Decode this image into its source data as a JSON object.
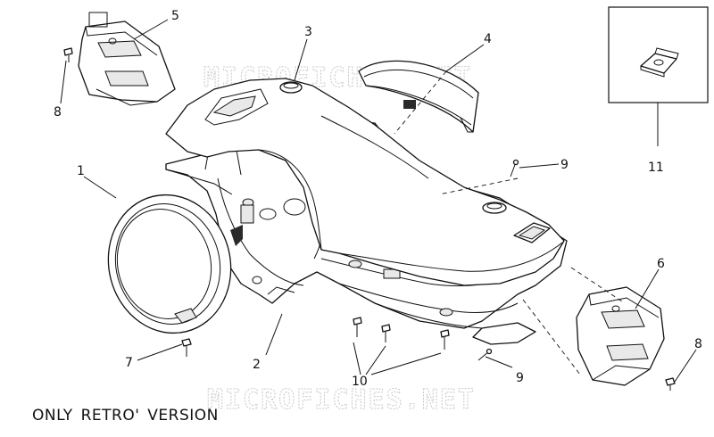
{
  "watermark": {
    "text": "MICROFICHES.NET"
  },
  "note": {
    "text": "ONLY RETRO' VERSION"
  },
  "callouts": {
    "c1": "1",
    "c2": "2",
    "c3": "3",
    "c4": "4",
    "c5": "5",
    "c6": "6",
    "c7": "7",
    "c8a": "8",
    "c8b": "8",
    "c9a": "9",
    "c9b": "9",
    "c10": "10",
    "c11": "11"
  }
}
